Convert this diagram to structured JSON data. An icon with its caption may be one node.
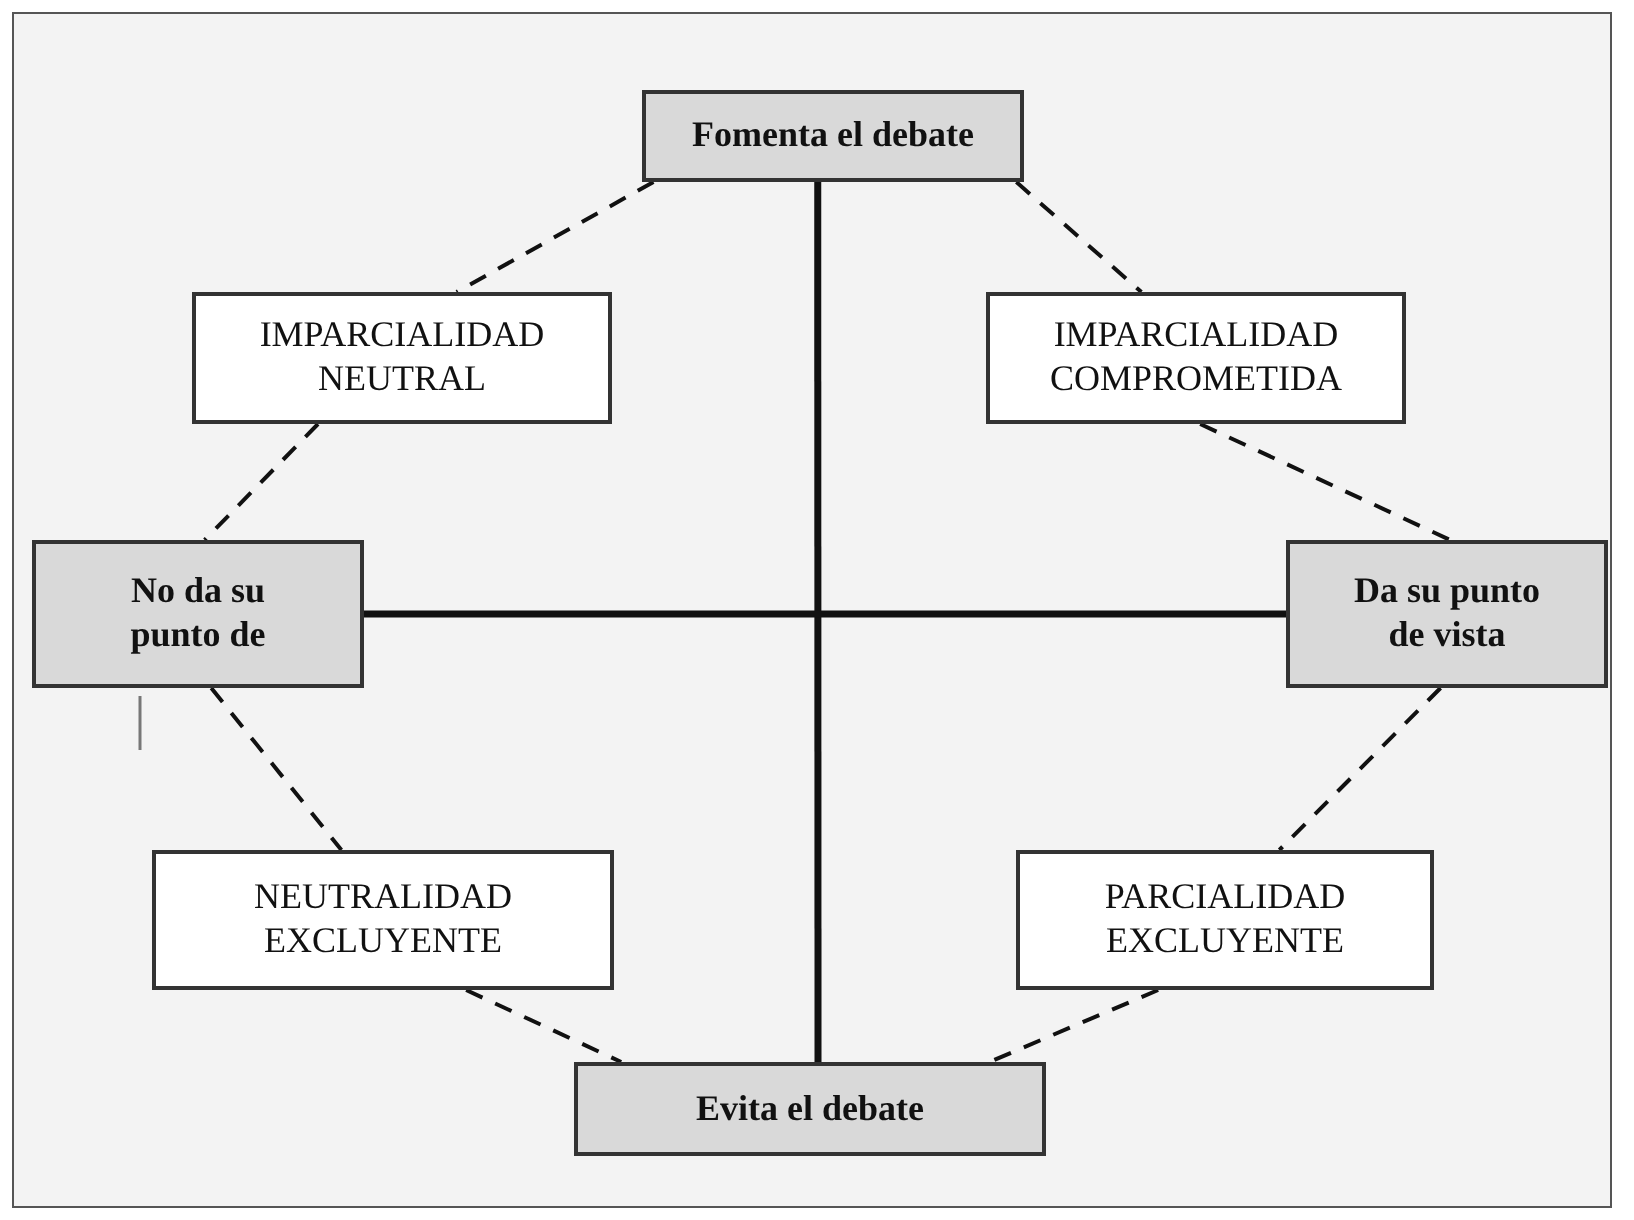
{
  "diagram": {
    "nodes": [
      {
        "text": [
          "Fomenta el debate"
        ]
      },
      {
        "text": [
          "IMPARCIALIDAD NEUTRAL"
        ]
      },
      {
        "text": [
          "IMPARCIALIDAD COMPROMETIDA"
        ]
      },
      {
        "text": [
          "No da su punto de"
        ]
      },
      {
        "text": [
          "Da su punto de vista"
        ]
      },
      {
        "text": [
          "NEUTRALIDAD EXCLUYENTE"
        ]
      },
      {
        "text": [
          "PARCIALIDAD EXCLUYENTE"
        ]
      },
      {
        "text": [
          "Evita el debate"
        ]
      }
    ],
    "edges": [
      {
        "from": 0,
        "to": 7,
        "arrow": "none"
      },
      {
        "from": 3,
        "to": 4,
        "arrow": "none"
      },
      {
        "from": 0,
        "to": 1,
        "arrow": "none",
        "style": "dashed"
      },
      {
        "from": 1,
        "to": 3,
        "arrow": "none",
        "style": "dashed"
      },
      {
        "from": 3,
        "to": 5,
        "arrow": "none",
        "style": "dashed"
      },
      {
        "from": 5,
        "to": 7,
        "arrow": "none",
        "style": "dashed"
      },
      {
        "from": 0,
        "to": 2,
        "arrow": "none",
        "style": "dashed"
      },
      {
        "from": 2,
        "to": 4,
        "arrow": "none",
        "style": "dashed"
      },
      {
        "from": 4,
        "to": 6,
        "arrow": "none",
        "style": "dashed"
      },
      {
        "from": 6,
        "to": 7,
        "arrow": "none",
        "style": "dashed"
      }
    ]
  }
}
